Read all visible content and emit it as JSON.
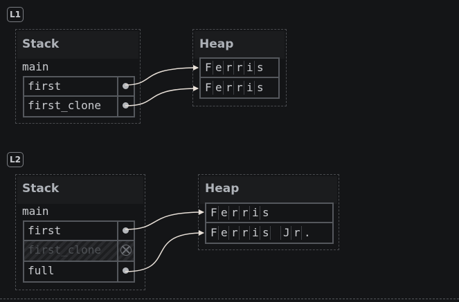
{
  "steps": [
    {
      "label": "L1",
      "stack": {
        "title": "Stack",
        "frame": "main",
        "vars": [
          {
            "name": "first",
            "moved": false
          },
          {
            "name": "first_clone",
            "moved": false
          }
        ]
      },
      "heap": {
        "title": "Heap",
        "strings": [
          {
            "chars": [
              "F",
              "e",
              "r",
              "r",
              "i",
              "s"
            ]
          },
          {
            "chars": [
              "F",
              "e",
              "r",
              "r",
              "i",
              "s"
            ]
          }
        ]
      }
    },
    {
      "label": "L2",
      "stack": {
        "title": "Stack",
        "frame": "main",
        "vars": [
          {
            "name": "first",
            "moved": false
          },
          {
            "name": "first_clone",
            "moved": true
          },
          {
            "name": "full",
            "moved": false
          }
        ]
      },
      "heap": {
        "title": "Heap",
        "strings": [
          {
            "chars": [
              "F",
              "e",
              "r",
              "r",
              "i",
              "s"
            ]
          },
          {
            "chars": [
              "F",
              "e",
              "r",
              "r",
              "i",
              "s",
              " ",
              "J",
              "r",
              "."
            ]
          }
        ]
      }
    }
  ],
  "colors": {
    "background": "#141517",
    "arrow": "#e8e0d8",
    "border": "#55585d"
  }
}
